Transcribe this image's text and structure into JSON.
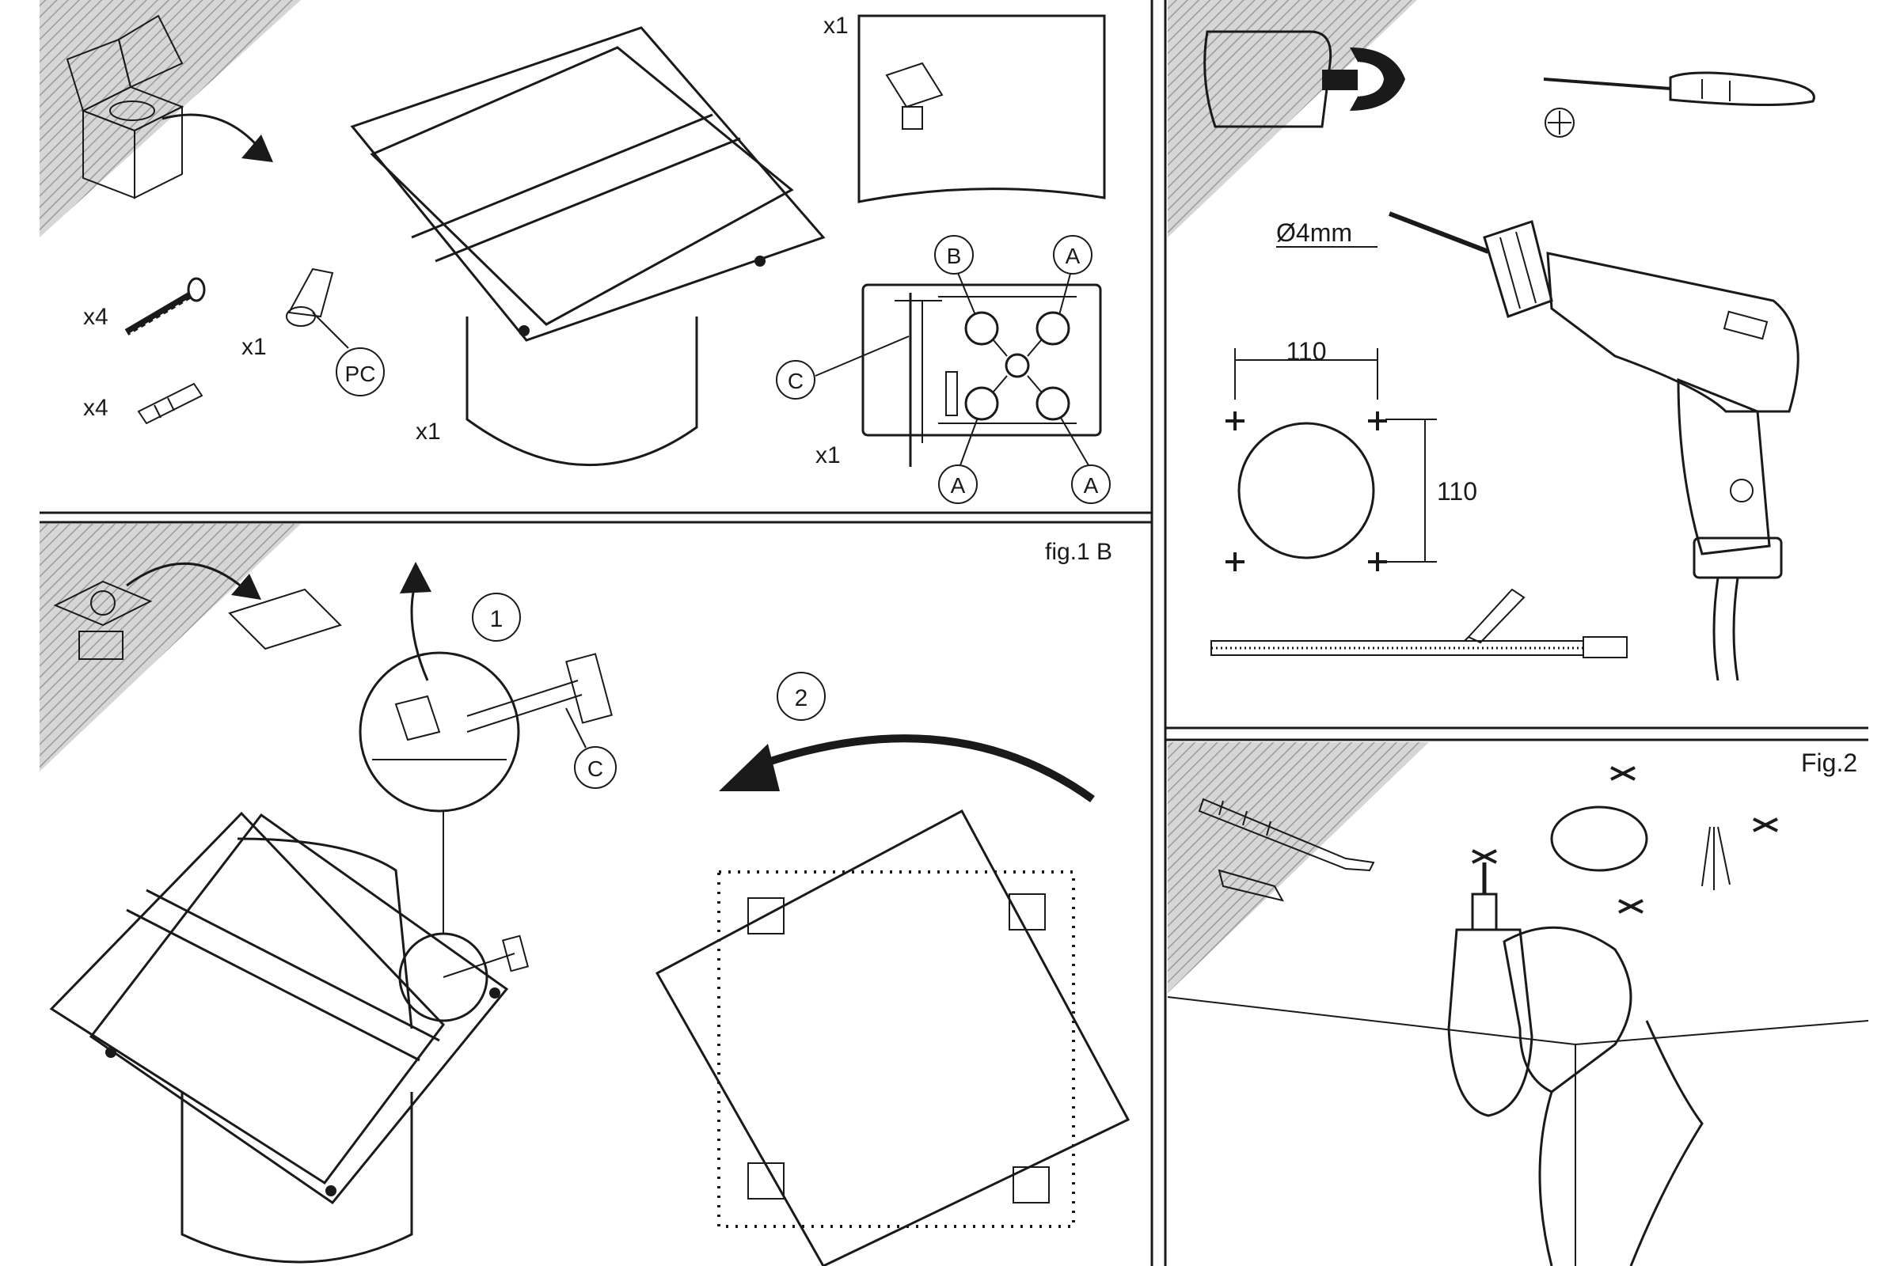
{
  "panel_a": {
    "qty_screws": "x4",
    "qty_plugs": "x4",
    "qty_clip": "x1",
    "qty_fan": "x1",
    "qty_leaflet": "x1",
    "qty_tool": "x1",
    "callout_pc": "PC",
    "callout_b": "B",
    "callout_a1": "A",
    "callout_c": "C",
    "callout_a2": "A",
    "callout_a3": "A"
  },
  "panel_b": {
    "fig_label": "fig.1 B",
    "step_1": "1",
    "step_2": "2",
    "callout_c": "C"
  },
  "panel_c": {
    "drill_size": "Ø4mm",
    "dim_width": "110",
    "dim_height": "110"
  },
  "panel_d": {
    "fig_label": "Fig.2"
  }
}
